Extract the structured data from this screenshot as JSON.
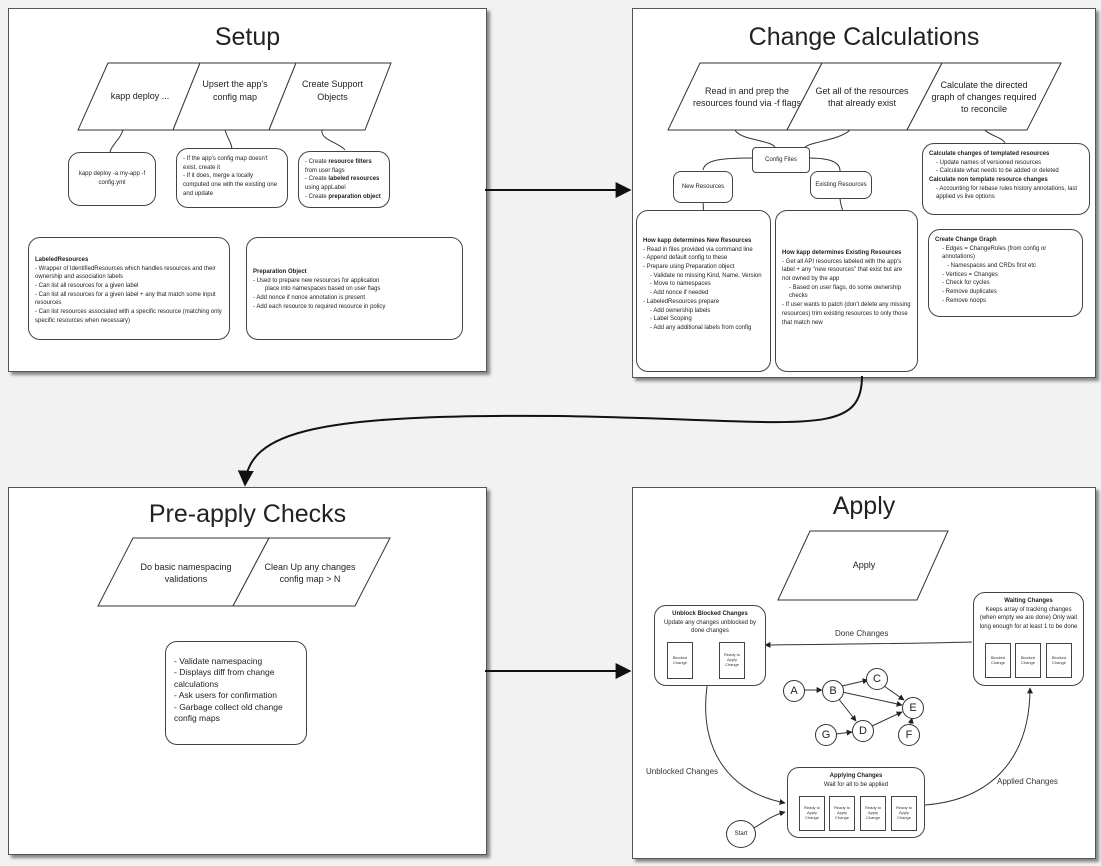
{
  "setup": {
    "title": "Setup",
    "steps": [
      "kapp deploy ...",
      "Upsert the app's config map",
      "Create Support Objects"
    ],
    "cmd_box": "kapp deploy -a my-app -f config.yml",
    "configmap_lines": [
      "- If the app's config map doesn't exist, create it",
      "- If it does, merge a locally computed one with the existing one and update"
    ],
    "support_lines": [
      {
        "pre": "- Create ",
        "bold": "resource filters",
        "post": " from user flags"
      },
      {
        "pre": "- Create ",
        "bold": "labeled resources",
        "post": " using appLabel"
      },
      {
        "pre": "- Create ",
        "bold": "preparation object",
        "post": ""
      }
    ],
    "labeled": {
      "heading": "LabeledResources",
      "lines": [
        "- Wrapper of IdentifiedResources which handles resources and their ownership and association labels",
        "- Can list all resources for a given label",
        "- Can list all resources for a given label + any that match some input resources",
        "- Can list resources associated with a specific resource (matching only specific resources when necessary)"
      ]
    },
    "prep": {
      "heading": "Preparation Object",
      "lines": [
        "- Used to prepare new resources for application",
        "place into namespaces based on user flags",
        "- Add nonce if nonce annotation is present",
        "- Add each resource to required resource in policy"
      ]
    }
  },
  "change": {
    "title": "Change Calculations",
    "steps": [
      "Read in and prep the resources found via -f flags",
      "Get all of the resources that already exist",
      "Calculate the directed graph of changes required to reconcile"
    ],
    "config_files": "Config Files",
    "new_res": "New Resources",
    "existing_res": "Existing Resources",
    "new_box": {
      "heading": "How kapp determines New Resources",
      "lines": [
        "- Read in files provided via command line",
        "- Append default config to these",
        "- Prepare using Preparation object",
        "   - Validate no missing Kind, Name, Version",
        "   - Move to namespaces",
        "   - Add nonce if needed",
        "- LabeledResources prepare",
        "   - Add ownership labels",
        "   - Label Scoping",
        "   - Add any additional labels from config"
      ]
    },
    "existing_box": {
      "heading": "How kapp determines Existing Resources",
      "lines": [
        "- Get all API resources labeled with the app's label + any \"new resources\" that exist but are not owned by the app",
        "   - Based on user flags, do some ownership checks",
        "- If user wants to patch (don't delete any missing resources) trim existing resources to only those that match new"
      ]
    },
    "calc_box": {
      "h1": "Calculate changes of templated resources",
      "l1": [
        "- Update names of versioned resources",
        "- Calculate what needs to be added or deleted"
      ],
      "h2": "Calculate non template resource changes",
      "l2": [
        "- Accounting for rebase rules history annotations, last applied vs live options"
      ]
    },
    "graph_box": {
      "heading": "Create Change Graph",
      "lines": [
        "- Edges = ChangeRules (from config or annotations)",
        "   - Namespaces and CRDs first etc",
        "- Vertices = Changes",
        "- Check for cycles",
        "- Remove duplicates",
        "- Remove noops"
      ]
    }
  },
  "preapply": {
    "title": "Pre-apply Checks",
    "steps": [
      "Do basic namespacing validations",
      "Clean Up any changes config map > N"
    ],
    "lines": [
      "- Validate namespacing",
      "- Displays diff from change calculations",
      "- Ask users for confirmation",
      "- Garbage collect old change config maps"
    ]
  },
  "apply": {
    "title": "Apply",
    "step": "Apply",
    "unblock": {
      "heading": "Unblock Blocked Changes",
      "text": "Update any changes unblocked by done changes",
      "blocked": "Blocked Change",
      "ready": "Ready to Apply Change"
    },
    "waiting": {
      "heading": "Waiting Changes",
      "text": "Keeps array of tracking changes (when empty we are done) Only wait long enough for at least 1 to be done",
      "item": "Blocked Change"
    },
    "applying": {
      "heading": "Applying Changes",
      "text": "Wait for all to be applied",
      "item": "Ready to Apply Change"
    },
    "labels": {
      "done": "Done Changes",
      "unblocked": "Unblocked Changes",
      "applied": "Applied Changes",
      "start": "Start"
    },
    "nodes": [
      "A",
      "B",
      "C",
      "D",
      "E",
      "F",
      "G"
    ]
  }
}
